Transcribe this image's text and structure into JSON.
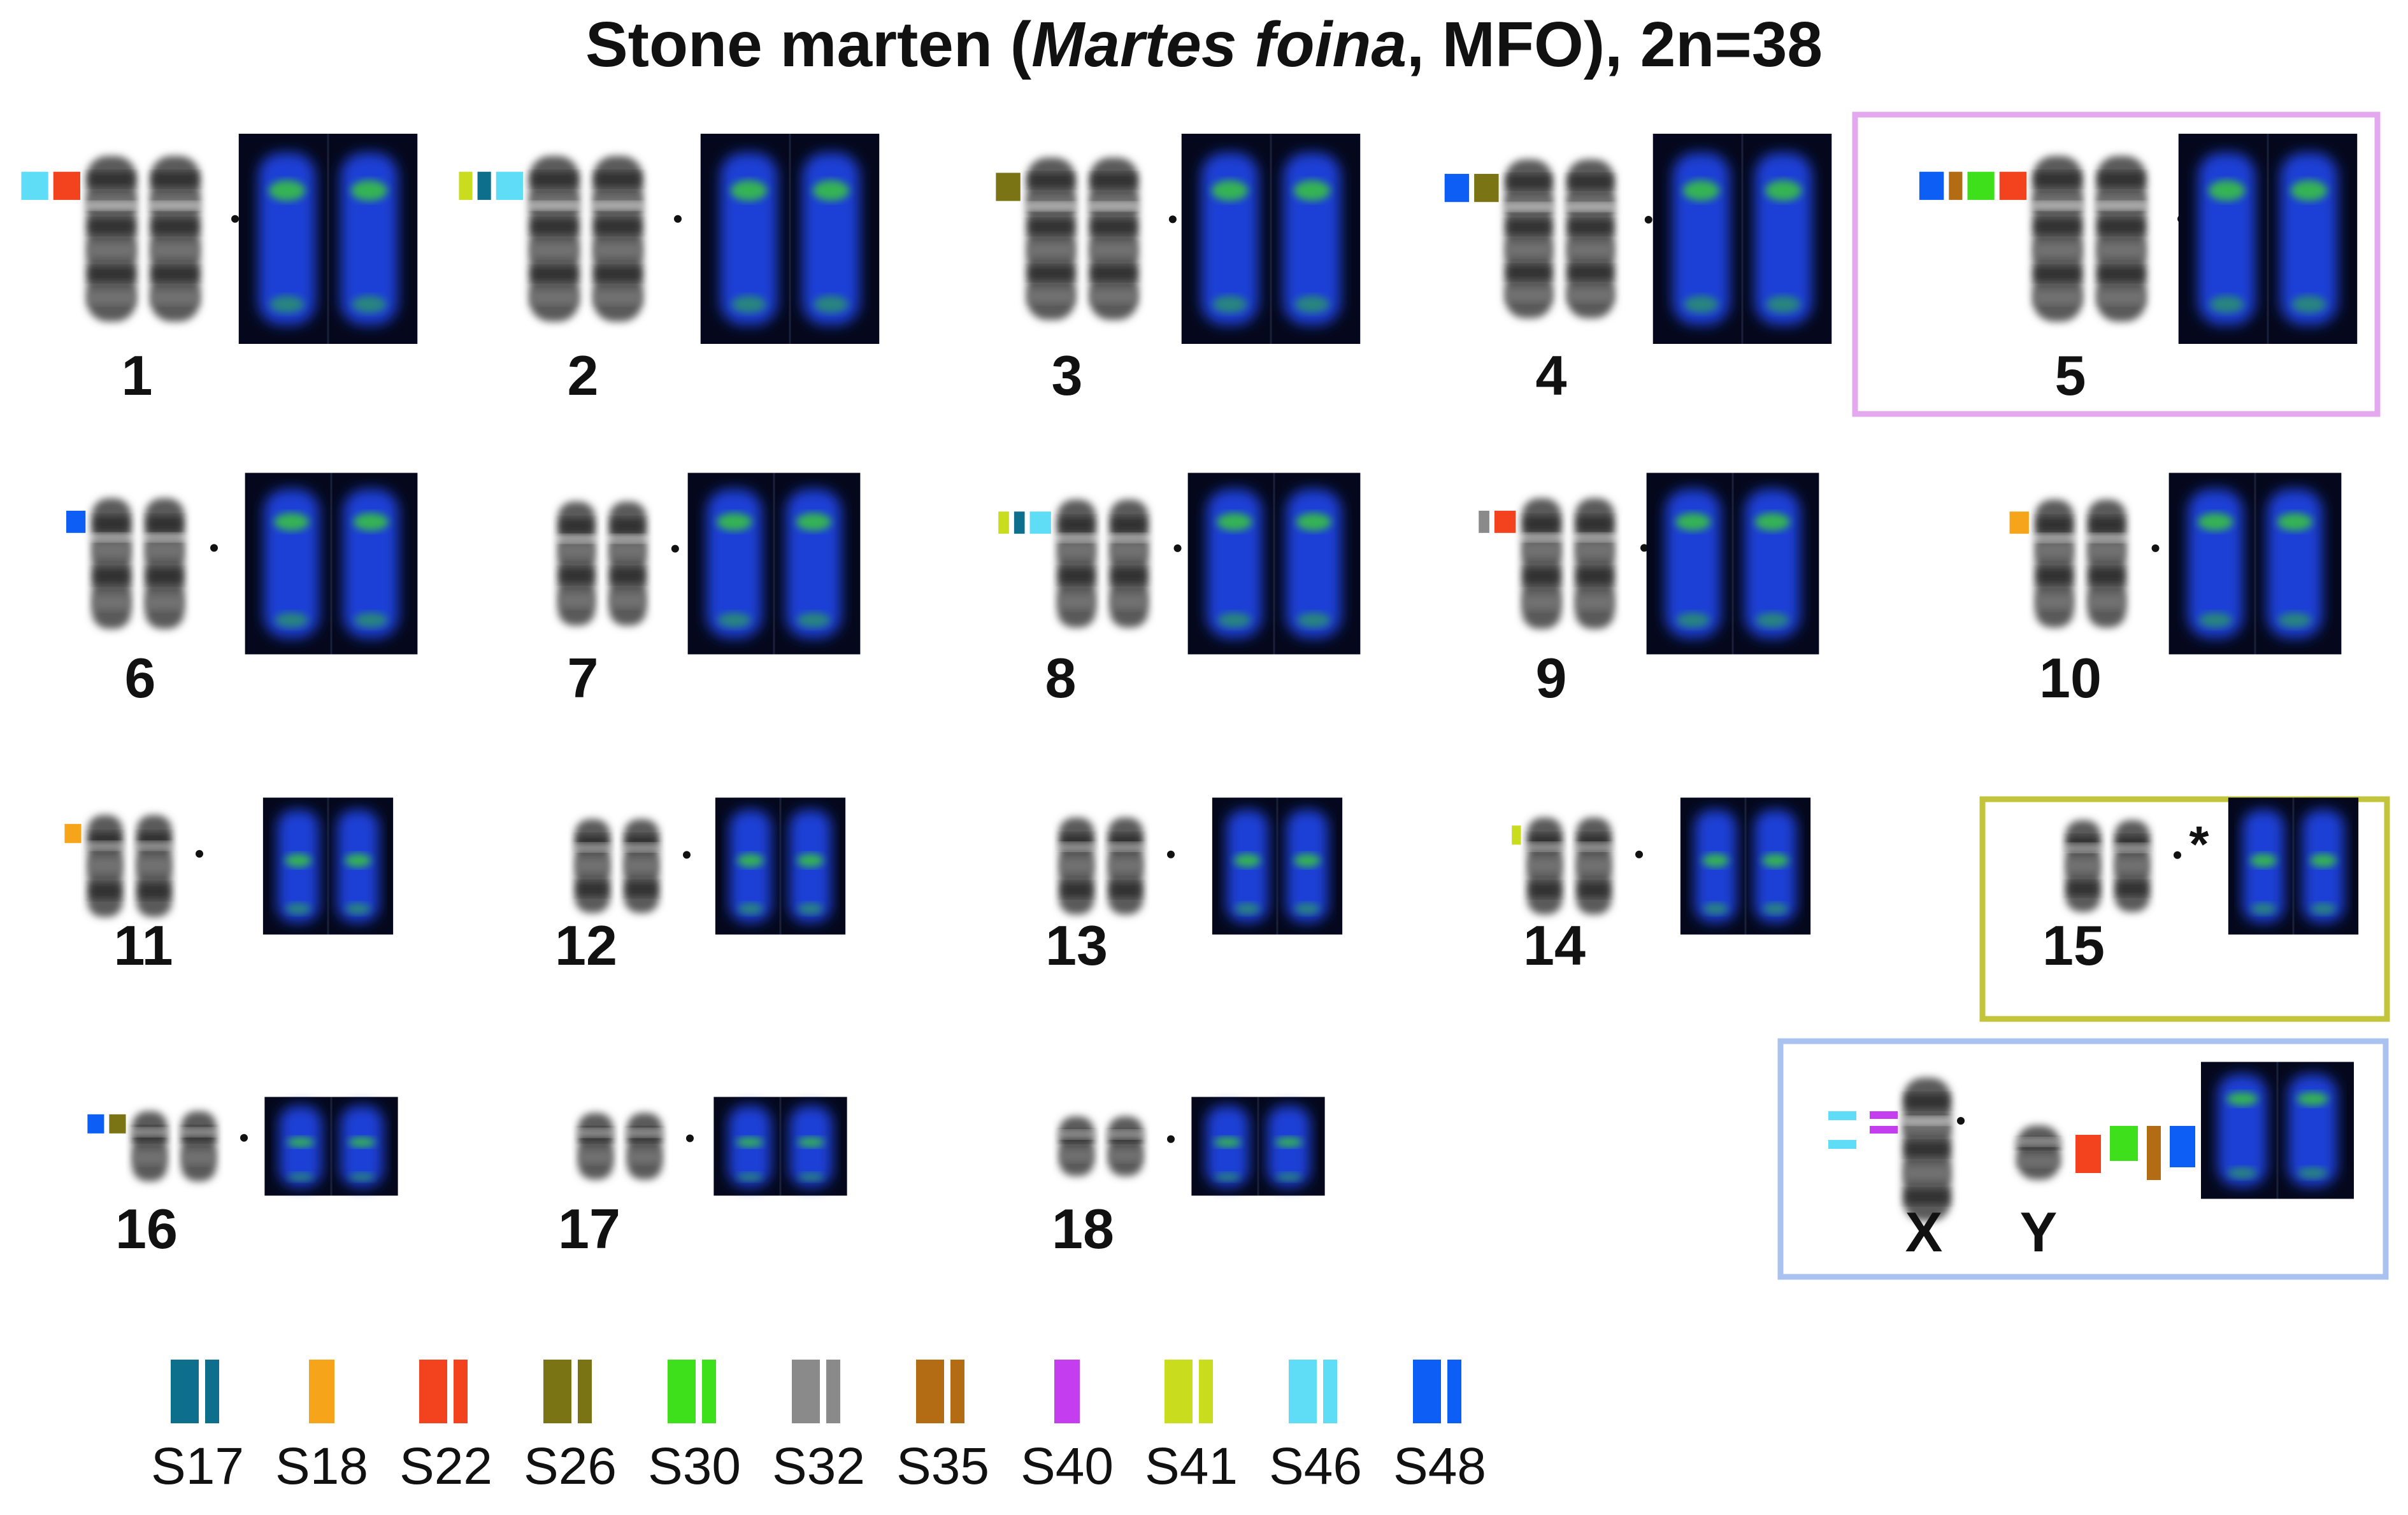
{
  "title": {
    "common_name": "Stone  marten  (",
    "species": "Martes  foina",
    "suffix": ", MFO),  2n=38"
  },
  "colors": {
    "S17": "#0e6f8c",
    "S18": "#f6a41a",
    "S22": "#f2421e",
    "S26": "#7b7414",
    "S30": "#3ee01c",
    "S32": "#8a8a8a",
    "S35": "#b36b14",
    "S40": "#c43ef0",
    "S41": "#c9dc1e",
    "S46": "#5fdcf6",
    "S48": "#0d5ef5"
  },
  "legend": [
    {
      "label": "S17",
      "key": "S17"
    },
    {
      "label": "S18",
      "key": "S18"
    },
    {
      "label": "S22",
      "key": "S22"
    },
    {
      "label": "S26",
      "key": "S26"
    },
    {
      "label": "S30",
      "key": "S30"
    },
    {
      "label": "S32",
      "key": "S32"
    },
    {
      "label": "S35",
      "key": "S35"
    },
    {
      "label": "S40",
      "key": "S40"
    },
    {
      "label": "S41",
      "key": "S41"
    },
    {
      "label": "S46",
      "key": "S46"
    },
    {
      "label": "S48",
      "key": "S48"
    }
  ],
  "chromosomes": [
    {
      "label": "1",
      "probes": [
        "S46",
        "S22"
      ]
    },
    {
      "label": "2",
      "probes": [
        "S41",
        "S17",
        "S46"
      ]
    },
    {
      "label": "3",
      "probes": [
        "S26"
      ]
    },
    {
      "label": "4",
      "probes": [
        "S48",
        "S26"
      ]
    },
    {
      "label": "5",
      "probes": [
        "S48",
        "S35",
        "S30",
        "S22"
      ],
      "box_color": "#e3a8ee"
    },
    {
      "label": "6",
      "probes": [
        "S48"
      ]
    },
    {
      "label": "7",
      "probes": []
    },
    {
      "label": "8",
      "probes": [
        "S41",
        "S17",
        "S46"
      ]
    },
    {
      "label": "9",
      "probes": [
        "S32",
        "S22"
      ]
    },
    {
      "label": "10",
      "probes": [
        "S18"
      ]
    },
    {
      "label": "11",
      "probes": [
        "S18"
      ]
    },
    {
      "label": "12",
      "probes": []
    },
    {
      "label": "13",
      "probes": []
    },
    {
      "label": "14",
      "probes": [
        "S41"
      ]
    },
    {
      "label": "15",
      "probes": [],
      "mark": "*",
      "box_color": "#c2c43c"
    },
    {
      "label": "16",
      "probes": [
        "S48",
        "S26"
      ]
    },
    {
      "label": "17",
      "probes": []
    },
    {
      "label": "18",
      "probes": []
    }
  ],
  "sex_chromosomes": {
    "box_color": "#aac3ee",
    "x_label": "X",
    "y_label": "Y",
    "x_probes": [
      "S46",
      "S40"
    ],
    "y_probes": [
      "S22",
      "S30",
      "S35",
      "S48"
    ]
  }
}
